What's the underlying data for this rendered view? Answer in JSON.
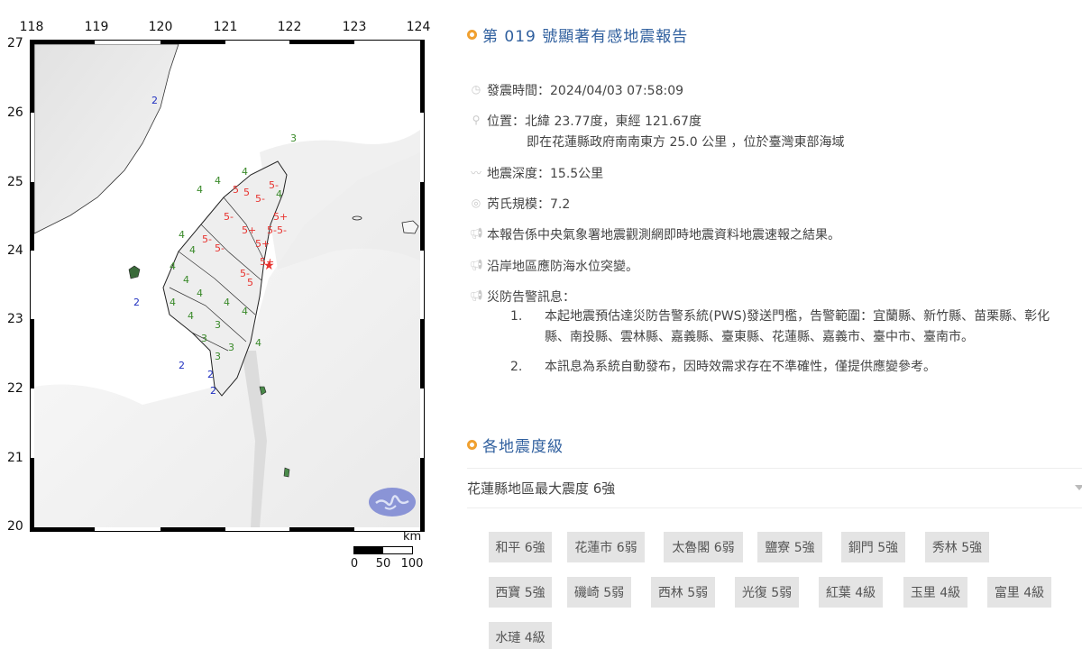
{
  "map": {
    "lon_ticks": [
      "118",
      "119",
      "120",
      "121",
      "122",
      "123",
      "124"
    ],
    "lat_ticks": [
      "27",
      "26",
      "25",
      "24",
      "23",
      "22",
      "21",
      "20"
    ],
    "scale": {
      "unit": "km",
      "labels": [
        "0",
        "50",
        "100"
      ]
    },
    "epicenter": {
      "symbol": "star",
      "color": "#e8322e"
    },
    "intensity_colors": {
      "2": "#2030c0",
      "3": "#3a8a2a",
      "4": "#3a8a2a",
      "5": "#e8322e"
    },
    "logo": "cwa-logo"
  },
  "report": {
    "title": "第 019 號顯著有感地震報告",
    "accent_color": "#f0a030",
    "title_color": "#2f5f9e",
    "time": {
      "icon": "clock-icon",
      "label": "發震時間：2024/04/03 07:58:09"
    },
    "location": {
      "icon": "location-pin-icon",
      "label": "位置：北緯 23.77度，東經 121.67度",
      "sub": "即在花蓮縣政府南南東方 25.0 公里 ，位於臺灣東部海域"
    },
    "depth": {
      "icon": "waveform-icon",
      "label": "地震深度：15.5公里"
    },
    "magnitude": {
      "icon": "signal-icon",
      "label": "芮氏規模：7.2"
    },
    "notes": [
      {
        "icon": "megaphone-icon",
        "label": "本報告係中央氣象署地震觀測網即時地震資料地震速報之結果。"
      },
      {
        "icon": "megaphone-icon",
        "label": "沿岸地區應防海水位突變。"
      },
      {
        "icon": "megaphone-icon",
        "label": "災防告警訊息："
      }
    ],
    "pws_items": [
      {
        "num": "1.",
        "text": "本起地震預估達災防告警系統(PWS)發送門檻，告警範圍：宜蘭縣、新竹縣、苗栗縣、彰化縣、南投縣、雲林縣、嘉義縣、臺東縣、花蓮縣、嘉義市、臺中市、臺南市。"
      },
      {
        "num": "2.",
        "text": "本訊息為系統自動發布，因時效需求存在不準確性，僅提供應變參考。"
      }
    ]
  },
  "intensity": {
    "title": "各地震度級",
    "region_summary": "花蓮縣地區最大震度 6強",
    "stations": [
      "和平 6強",
      "花蓮市 6弱",
      "太魯閣 6弱",
      "鹽寮 5強",
      "銅門 5強",
      "秀林 5強",
      "西寶 5強",
      "磯崎 5弱",
      "西林 5弱",
      "光復 5弱",
      "紅葉 4級",
      "玉里 4級",
      "富里 4級",
      "水璉 4級"
    ]
  }
}
